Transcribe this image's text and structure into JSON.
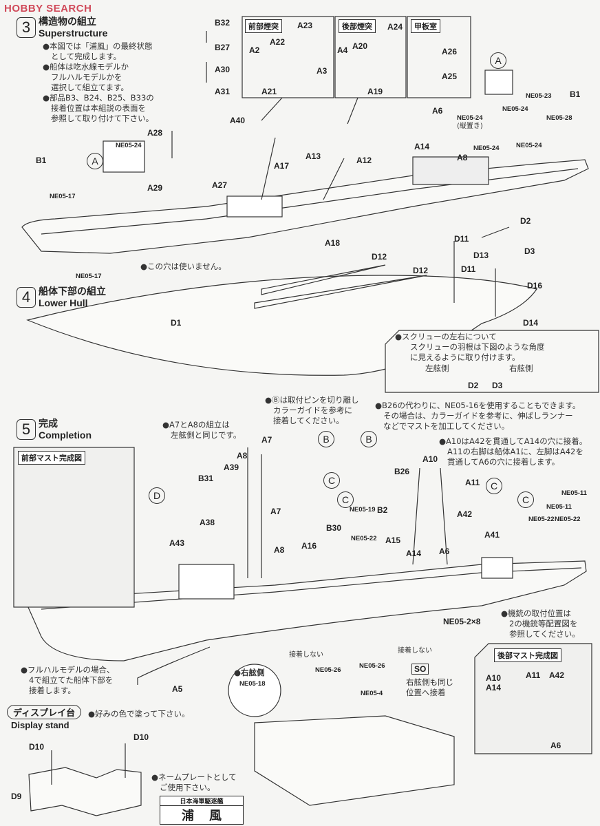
{
  "watermark": "HOBBY SEARCH",
  "section3": {
    "number": "3",
    "title_ja": "構造物の組立",
    "title_en": "Superstructure",
    "notes": [
      "●本図では「浦風」の最終状態",
      "として完成します。",
      "●船体は吃水線モデルか",
      "フルハルモデルかを",
      "選択して組立てます。",
      "●部品B3、B24、B25、B33の",
      "接着位置は本組説の表面を",
      "参照して取り付けて下さい。"
    ],
    "hole_note": "●この穴は使いません。",
    "box_front_funnel": {
      "title": "前部煙突",
      "parts": [
        "A23",
        "A22",
        "A2",
        "A3",
        "A21"
      ]
    },
    "box_rear_funnel": {
      "title": "後部煙突",
      "parts": [
        "A24",
        "A20",
        "A4",
        "A19"
      ]
    },
    "box_deckhouse": {
      "title": "甲板室",
      "parts": [
        "A26",
        "A25"
      ]
    },
    "parts": [
      "B32",
      "B27",
      "A30",
      "A31",
      "A40",
      "A28",
      "NE05-24",
      "A29",
      "A27",
      "A17",
      "A13",
      "A12",
      "A18",
      "B1",
      "NE05-17",
      "NE05-17",
      "A",
      "A",
      "NE05-23",
      "B1",
      "NE05-24",
      "NE05-28",
      "A6",
      "NE05-24",
      "(縦置き)",
      "A14",
      "A8",
      "NE05-24",
      "NE05-24"
    ]
  },
  "section4": {
    "number": "4",
    "title_ja": "船体下部の組立",
    "title_en": "Lower Hull",
    "parts": [
      "D12",
      "D12",
      "D1",
      "D2",
      "D11",
      "D13",
      "D3",
      "D11",
      "D16",
      "D14"
    ],
    "screw_note": {
      "lines": [
        "●スクリューの左右について",
        "スクリューの羽根は下図のような角度",
        "に見えるように取り付けます。"
      ],
      "port": "左舷側",
      "starboard": "右舷側",
      "left_part": "D2",
      "right_part": "D3"
    }
  },
  "section5": {
    "number": "5",
    "title_ja": "完成",
    "title_en": "Completion",
    "note_b": [
      "●Ⓑは取付ピンを切り離し",
      "カラーガイドを参考に",
      "接着してください。"
    ],
    "note_b26": [
      "●B26の代わりに、NE05-16を使用することもできます。",
      "その場合は、カラーガイドを参考に、伸ばしランナー",
      "などでマストを加工してください。"
    ],
    "note_a7a8": [
      "●A7とA8の組立は",
      "左舷側と同じです。"
    ],
    "note_a10": [
      "●A10はA42を貫通してA14の穴に接着。",
      "A11の右脚は船体A1に、左脚はA42を",
      "貫通してA6の穴に接着します。"
    ],
    "note_mg": [
      "●機銃の取付位置は",
      "2の機銃等配置図を",
      "参照してください。"
    ],
    "note_fullhull": [
      "●フルハルモデルの場合、",
      "4で組立てた船体下部を",
      "接着します。"
    ],
    "front_mast_title": "前部マスト完成図",
    "rear_mast_title": "後部マスト完成図",
    "rear_mast_parts": [
      "A10",
      "A11",
      "A42",
      "A14",
      "A6"
    ],
    "do_not_glue": "接着しない",
    "starboard_circle": {
      "title": "●右舷側",
      "part": "NE05-18"
    },
    "so_note": {
      "badge": "SO",
      "lines": [
        "右舷側も同じ",
        "位置へ接着"
      ]
    },
    "parts": [
      "A7",
      "A8",
      "A39",
      "B31",
      "D",
      "A38",
      "A43",
      "A7",
      "A8",
      "B",
      "B",
      "C",
      "C",
      "NE05-19",
      "B2",
      "B30",
      "NE05-22",
      "A16",
      "A15",
      "B26",
      "A10",
      "A11",
      "C",
      "C",
      "A42",
      "A41",
      "A14",
      "A6",
      "NE05-11",
      "NE05-11",
      "NE05-22",
      "NE05-22",
      "NE05-2×8",
      "NE05-26",
      "NE05-26",
      "NE05-4",
      "A5"
    ]
  },
  "display_stand": {
    "title_ja": "ディスプレイ台",
    "title_en": "Display stand",
    "paint_note": "●好みの色で塗って下さい。",
    "parts": [
      "D10",
      "D10",
      "D9"
    ],
    "plate_note": [
      "●ネームプレートとして",
      "ご使用下さい。"
    ],
    "plate_title": "日本海軍駆逐艦",
    "plate_name": "浦風"
  }
}
